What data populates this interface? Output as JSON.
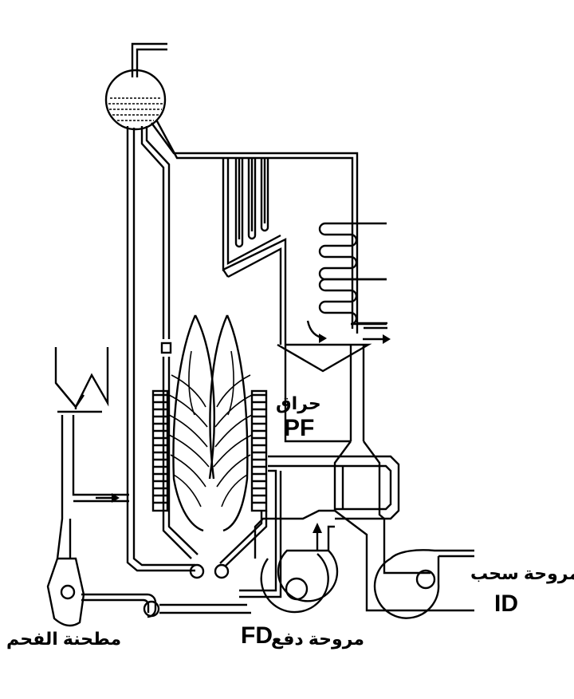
{
  "labels": {
    "burner_ar": "حراق",
    "burner_en": "PF",
    "id_fan_ar": "مروحة سحب",
    "id_fan_en": "ID",
    "fd_fan_ar": "مروحة دفع",
    "fd_fan_en": "FD",
    "coal_mill_ar": "مطحنة الفحم"
  }
}
